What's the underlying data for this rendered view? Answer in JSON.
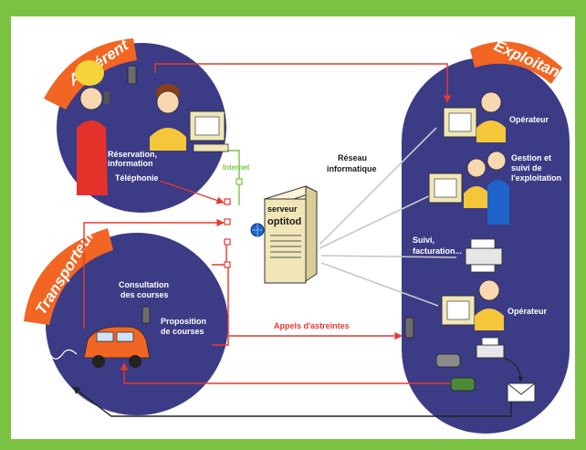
{
  "colors": {
    "frame": "#7cc242",
    "circle": "#3b3b86",
    "banner": "#f26522",
    "link_red": "#e53a2f",
    "link_green": "#7cc242",
    "link_grey": "#c8c8c8",
    "server": "#f1e6b8"
  },
  "titles": {
    "adherent": "Adhérent",
    "exploitant": "Exploitant",
    "transporteur": "Transporteur"
  },
  "labels": {
    "reservation": [
      "Réservation,",
      "information"
    ],
    "telephonie": "Téléphonie",
    "internet": "Internet",
    "reseau": [
      "Réseau",
      "informatique"
    ],
    "serveur": [
      "serveur",
      "optitod"
    ],
    "operateur_top": "Opérateur",
    "gestion": [
      "Gestion et",
      "suivi de",
      "l'exploitation"
    ],
    "suivi": [
      "Suivi,",
      "facturation..."
    ],
    "operateur_bottom": "Opérateur",
    "consultation": [
      "Consultation",
      "des courses"
    ],
    "proposition": [
      "Proposition",
      "de courses"
    ],
    "appels": "Appels d'astreintes"
  },
  "icons": [
    "woman-phone-icon",
    "mobile-phone-icon",
    "man-computer-icon",
    "server-icon",
    "globe-icon",
    "operator-computer-icon",
    "printer-icon",
    "fax-icon",
    "envelope-icon",
    "taxi-car-icon",
    "car-phone-icon"
  ]
}
